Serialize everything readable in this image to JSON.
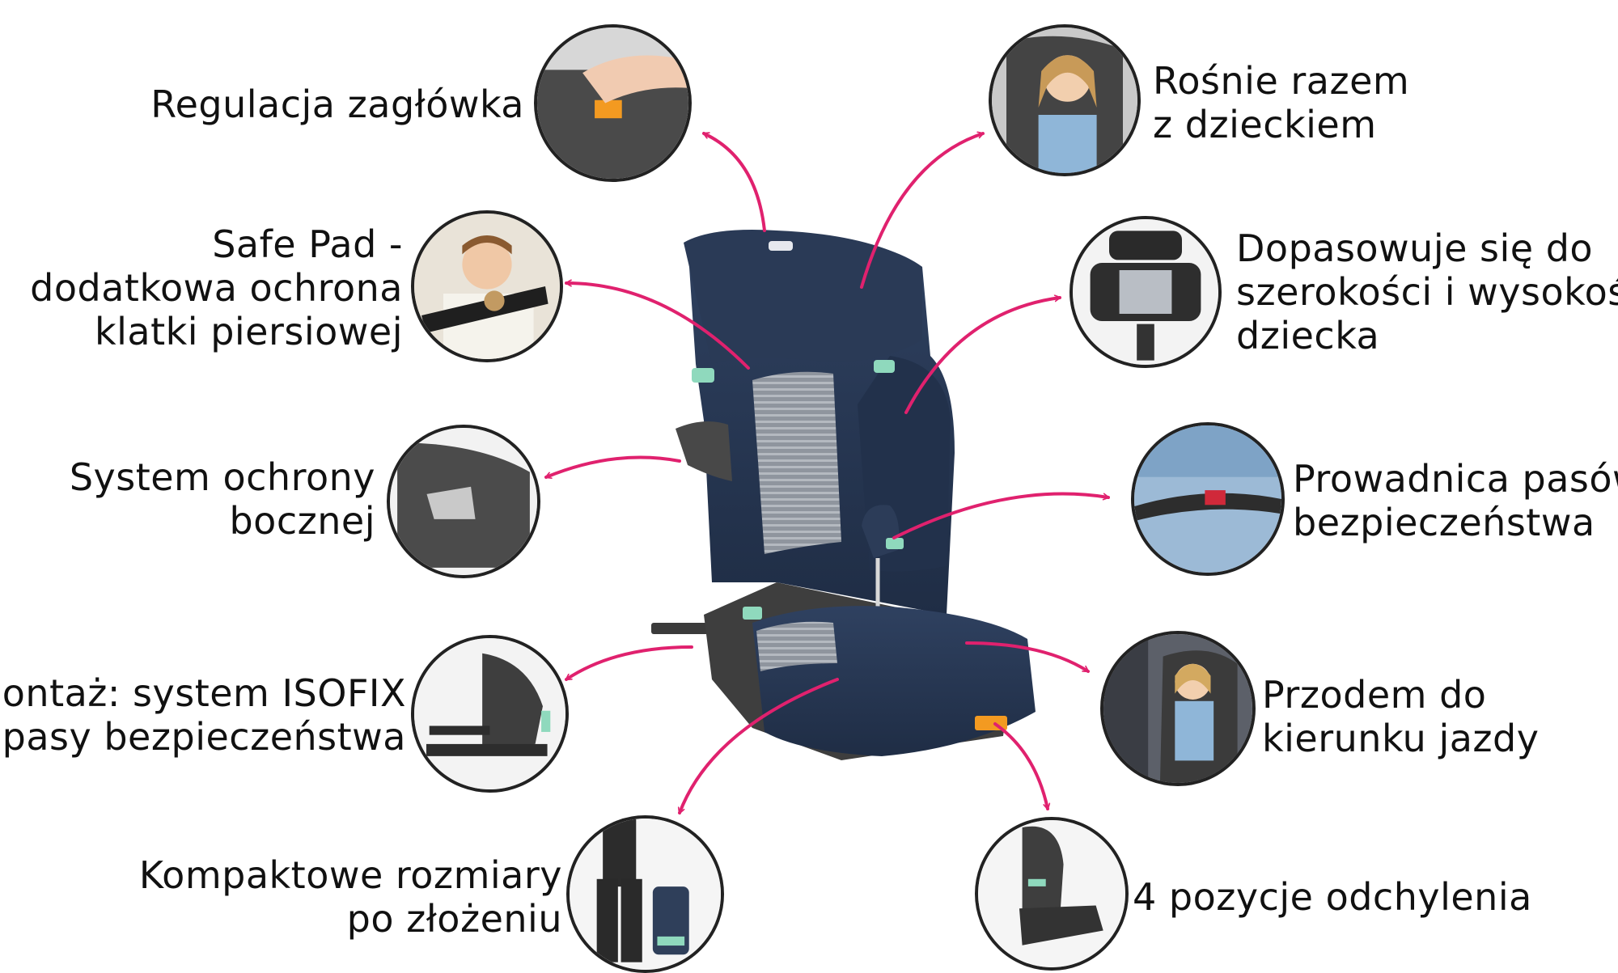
{
  "features": {
    "headrest": {
      "lines": [
        "Regulacja zagłówka"
      ],
      "icon": "headrest-adjust-photo"
    },
    "safe_pad": {
      "lines": [
        "Safe Pad -",
        "dodatkowa ochrona",
        "klatki piersiowej"
      ],
      "icon": "child-with-safe-pad-photo"
    },
    "side_protection": {
      "lines": [
        "System ochrony",
        "bocznej"
      ],
      "icon": "side-impact-wing-photo"
    },
    "isofix": {
      "lines": [
        "Montaż: system ISOFIX",
        "lub pasy bezpieczeństwa"
      ],
      "icon": "isofix-connector-photo"
    },
    "compact": {
      "lines": [
        "Kompaktowe rozmiary",
        "po złożeniu"
      ],
      "icon": "folded-seat-carried-photo"
    },
    "grows": {
      "lines": [
        "Rośnie razem",
        "z dzieckiem"
      ],
      "icon": "smiling-girl-in-seat-photo"
    },
    "adjusts": {
      "lines": [
        "Dopasowuje się do",
        "szerokości i wysokości",
        "dziecka"
      ],
      "icon": "width-adjust-photo"
    },
    "belt_guide": {
      "lines": [
        "Prowadnica pasów",
        "bezpieczeństwa"
      ],
      "icon": "belt-guide-photo"
    },
    "forward": {
      "lines": [
        "Przodem do",
        "kierunku jazdy"
      ],
      "icon": "forward-facing-child-photo"
    },
    "recline": {
      "lines": [
        "4 pozycje odchylenia"
      ],
      "icon": "recline-positions-photo"
    }
  },
  "colors": {
    "arrow": "#e0216e",
    "seat": "#25344d",
    "accent": "#8fd9bd"
  }
}
